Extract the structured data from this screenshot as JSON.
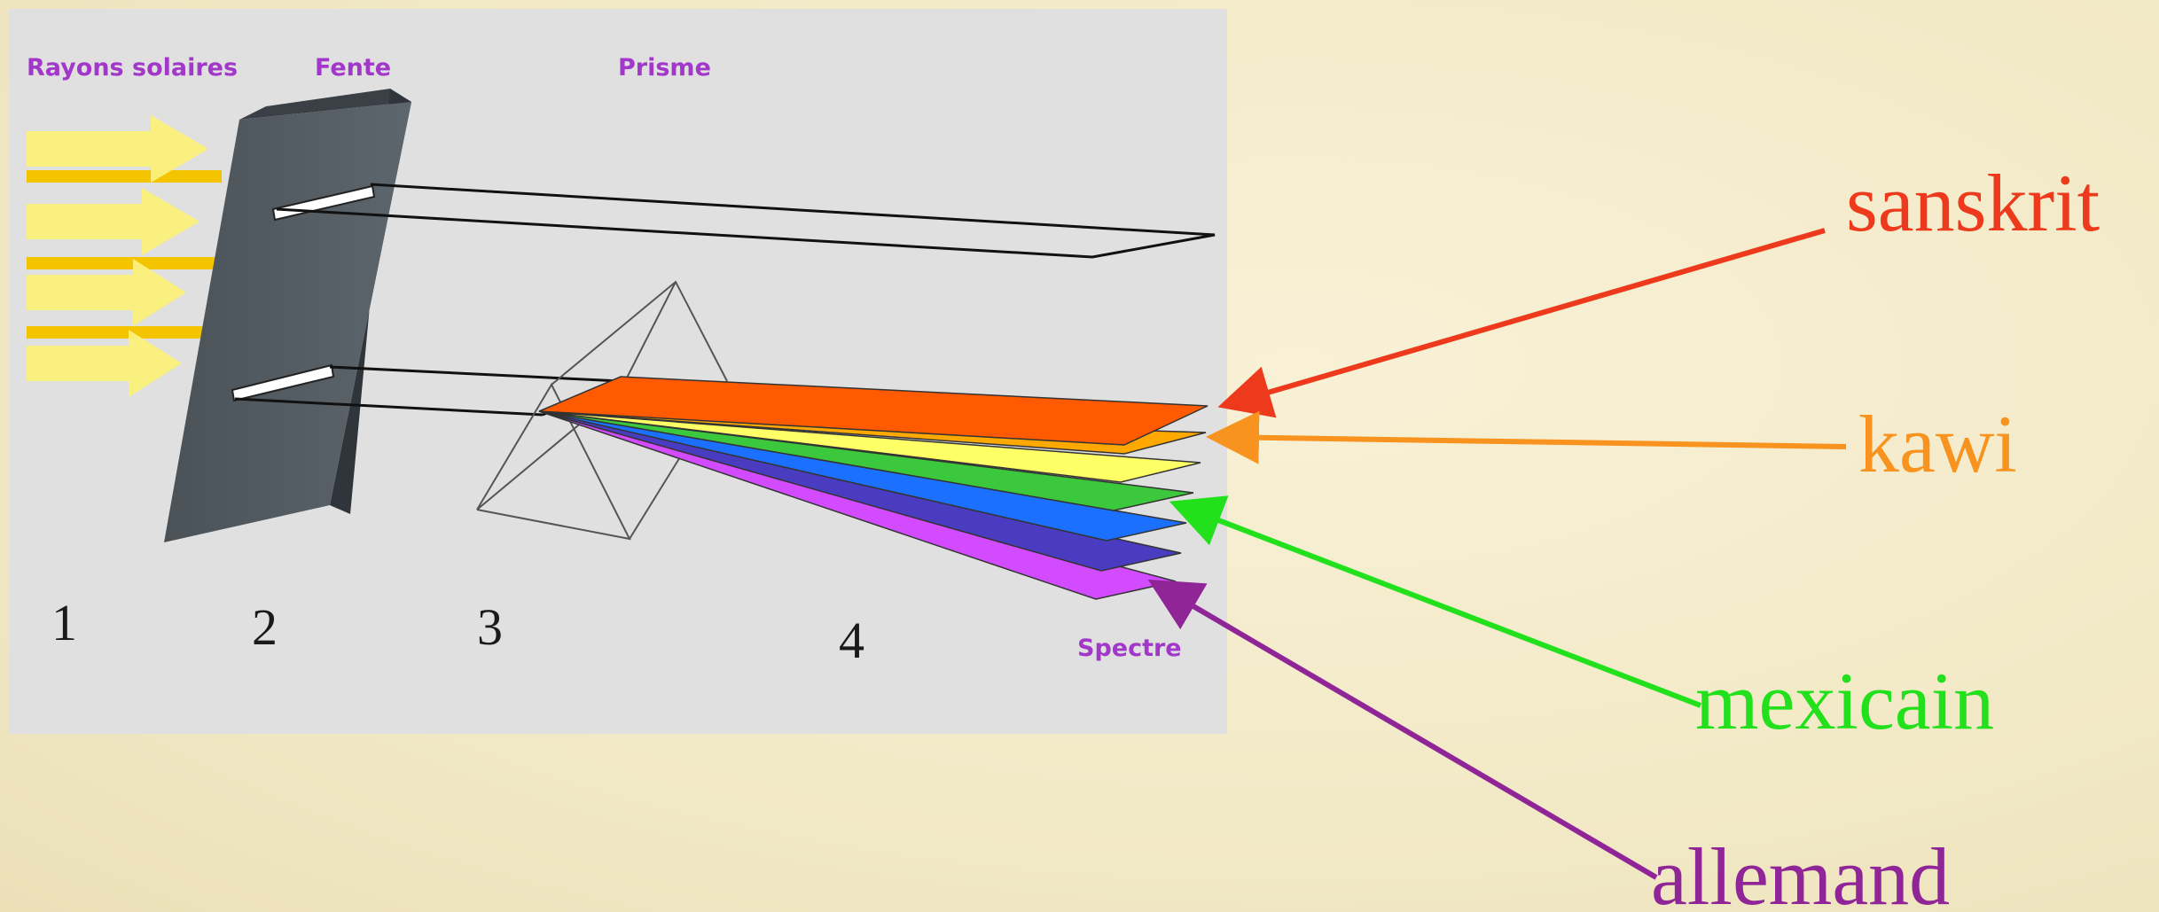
{
  "diagram": {
    "labels": {
      "rays": "Rayons solaires",
      "slit": "Fente",
      "prism": "Prisme",
      "spectrum": "Spectre"
    },
    "step_numbers": [
      "1",
      "2",
      "3",
      "4"
    ]
  },
  "languages": [
    {
      "name": "sanskrit",
      "color": "#ee3a1c"
    },
    {
      "name": "kawi",
      "color": "#f7931e"
    },
    {
      "name": "mexicain",
      "color": "#22e01c"
    },
    {
      "name": "allemand",
      "color": "#8f2596"
    }
  ],
  "spectrum_colors": [
    "#ff5a00",
    "#ffa800",
    "#ffff66",
    "#3cc83c",
    "#1c70ff",
    "#4a3cc0",
    "#d24bff"
  ]
}
